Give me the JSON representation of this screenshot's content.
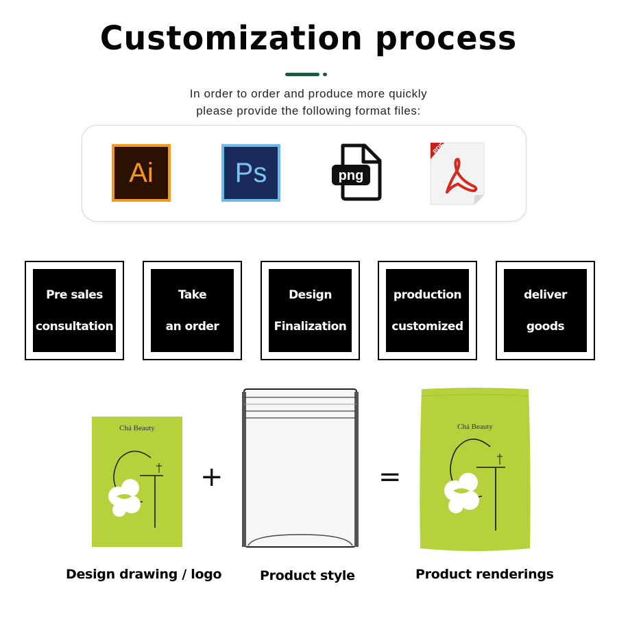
{
  "header": {
    "title": "Customization process",
    "subtitle_line1": "In order to order and produce more quickly",
    "subtitle_line2": "please provide the following format files:"
  },
  "formats": [
    {
      "label": "Ai",
      "icon": "adobe-illustrator-icon",
      "color": "#f39a1e"
    },
    {
      "label": "Ps",
      "icon": "adobe-photoshop-icon",
      "color": "#6fb9e8"
    },
    {
      "label": "png",
      "icon": "png-file-icon",
      "color": "#111111"
    },
    {
      "label": "PDF",
      "icon": "pdf-file-icon",
      "color": "#d42a20"
    }
  ],
  "steps": [
    {
      "line1": "Pre sales",
      "line2": "consultation"
    },
    {
      "line1": "Take",
      "line2": "an order"
    },
    {
      "line1": "Design",
      "line2": "Finalization"
    },
    {
      "line1": "production",
      "line2": "customized"
    },
    {
      "line1": "deliver goods",
      "line2": ""
    }
  ],
  "illustration": {
    "brand": "Chá Beauty",
    "plus": "+",
    "equals": "=",
    "bag_color": "#b5d23c",
    "captions": {
      "design": "Design drawing / logo",
      "style": "Product style",
      "render": "Product renderings"
    }
  }
}
